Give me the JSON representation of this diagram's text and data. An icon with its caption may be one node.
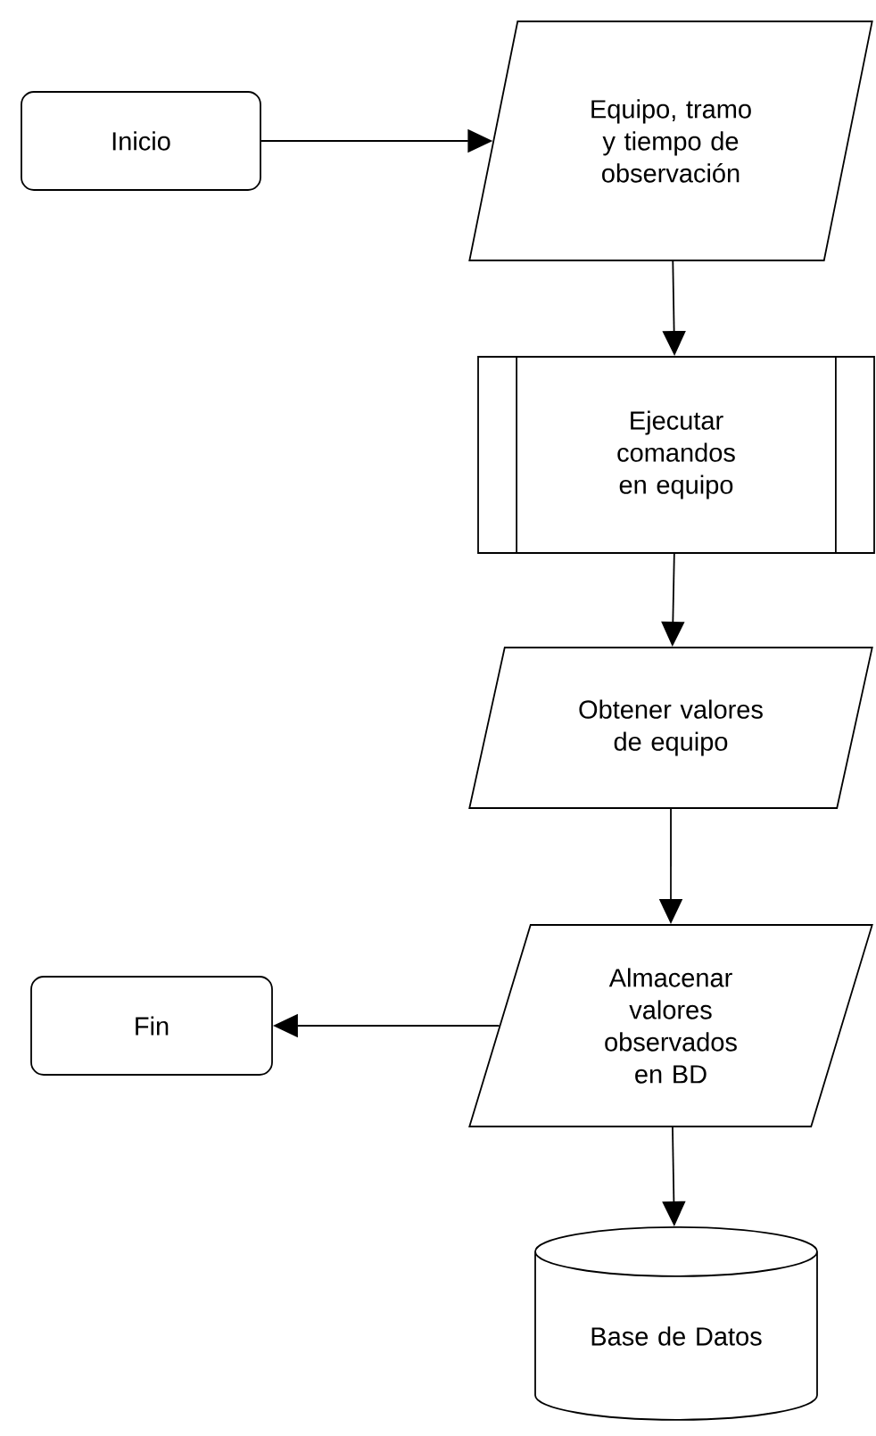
{
  "diagram": {
    "nodes": [
      {
        "text": [
          "Inicio"
        ]
      },
      {
        "text": [
          "Equipo, tramo y tiempo de observación"
        ]
      },
      {
        "text": [
          "Ejecutar comandos en equipo"
        ]
      },
      {
        "text": [
          "Obtener valores de equipo"
        ]
      },
      {
        "text": [
          "Fin"
        ]
      },
      {
        "text": [
          "Almacenar valores observados en BD"
        ]
      },
      {
        "text": [
          "Base de Datos"
        ]
      }
    ],
    "edges": [
      {
        "from": 0,
        "to": 1,
        "arrow": "to"
      },
      {
        "from": 1,
        "to": 2,
        "arrow": "to"
      },
      {
        "from": 2,
        "to": 3,
        "arrow": "to"
      },
      {
        "from": 3,
        "to": 5,
        "arrow": "to"
      },
      {
        "from": 5,
        "to": 4,
        "arrow": "to"
      },
      {
        "from": 5,
        "to": 6,
        "arrow": "to"
      }
    ]
  }
}
